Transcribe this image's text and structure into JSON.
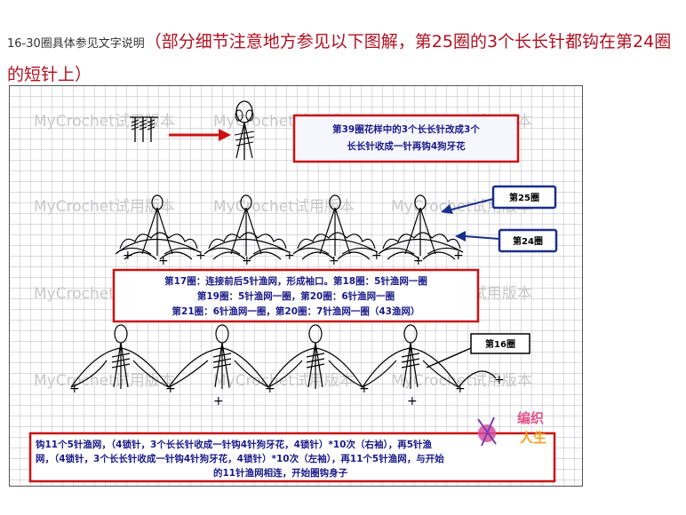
{
  "caption": {
    "lead": "16-30圈具体参见文字说明",
    "main": "（部分细节注意地方参见以下图解，第25圈的3个长长针都钩在第24圈的短针上）"
  },
  "diagram": {
    "watermark": "MyCrochet试用版本",
    "top_note": [
      "第39圈花样中的3个长长针改成3个",
      "长长针收成一针再钩4狗牙花"
    ],
    "label_r25": "第25圈",
    "label_r24": "第24圈",
    "label_r16": "第16圈",
    "mid_note": [
      "第17圈：连接前后5针渔网，形成袖口。第18圈：5针渔网一圈",
      "第19圈：5针渔网一圈，第20圈：6针渔网一圈",
      "第21圈：6针渔网一圈，第20圈：7针渔网一圈（43渔网）"
    ],
    "bottom_note": [
      "钩11个5针渔网，（4锁针，3个长长针收成一针钩4针狗牙花，4锁针）*10次（右袖），再5针渔",
      "网，（4锁针，3个长长针收成一针钩4针狗牙花，4锁针）*10次（左袖），再11个5针渔网，与开始",
      "的11针渔网相连，开始圈钩身子"
    ],
    "logo": [
      "编织",
      "人生"
    ],
    "colors": {
      "accent_red": "#cc1111",
      "label_blue": "#1a2f8a",
      "grid": "#9aa3ad"
    }
  }
}
